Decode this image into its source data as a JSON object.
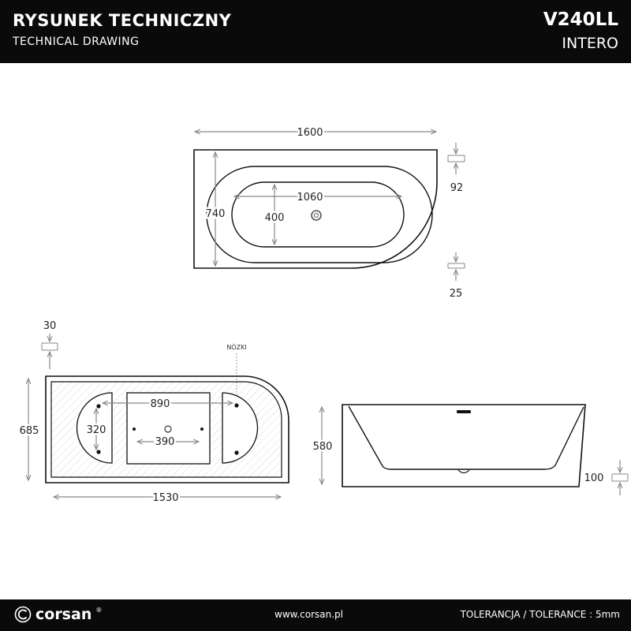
{
  "header": {
    "title": "RYSUNEK TECHNICZNY",
    "subtitle": "TECHNICAL DRAWING",
    "model": "V240LL",
    "series": "INTERO"
  },
  "top_view": {
    "length": "1600",
    "width": "740",
    "inner_length": "1060",
    "inner_width": "400",
    "rim_right": "92",
    "rim_bottom": "25"
  },
  "base_view": {
    "offset": "30",
    "feet_label": "NÓZKI",
    "depth": "685",
    "length": "1530",
    "foot_spacing_long": "890",
    "foot_spacing_short": "320",
    "drain_spacing": "390"
  },
  "side_view": {
    "height": "580",
    "drain_height": "100"
  },
  "footer": {
    "brand": "corsan",
    "registered": "®",
    "website": "www.corsan.pl",
    "tolerance": "TOLERANCJA / TOLERANCE : 5mm"
  }
}
